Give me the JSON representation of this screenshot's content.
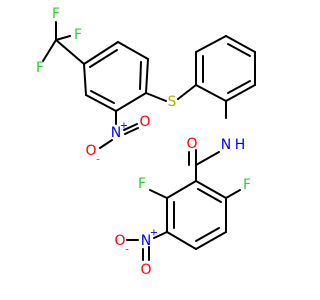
{
  "structure": {
    "atom_labels": {
      "cf3_f_top": "F",
      "cf3_f_left": "F",
      "cf3_f_right": "F",
      "sulfur": "S",
      "nitro_top_n": "N",
      "nitro_top_n_charge": "+",
      "nitro_top_o_double": "O",
      "nitro_top_o_single": "O",
      "nitro_top_o_charge": "-",
      "carbonyl_o": "O",
      "amide_n": "N",
      "amide_h": "H",
      "ring_f_left": "F",
      "ring_f_right": "F",
      "nitro_bottom_n": "N",
      "nitro_bottom_n_charge": "+",
      "nitro_bottom_o_double": "O",
      "nitro_bottom_o_single": "O",
      "nitro_bottom_o_charge": "-"
    },
    "colors": {
      "bond": "#000000",
      "fluorine": "#33cc33",
      "sulfur": "#b2b200",
      "nitrogen": "#0000ff",
      "oxygen": "#ff0000"
    }
  }
}
